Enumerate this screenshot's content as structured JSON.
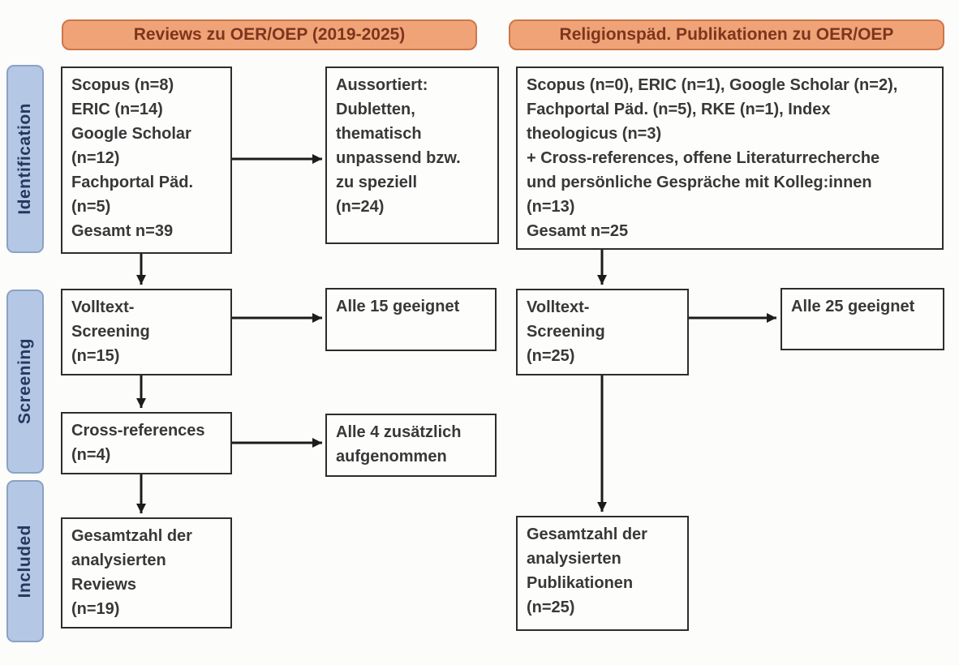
{
  "diagram": {
    "headers": {
      "left": "Reviews zu OER/OEP (2019-2025)",
      "right": "Religionspäd. Publikationen zu OER/OEP"
    },
    "stages": {
      "identification": "Identification",
      "screening": "Screening",
      "included": "Included"
    },
    "left_column": {
      "identification": "Scopus (n=8)\nERIC (n=14)\nGoogle Scholar\n(n=12)\nFachportal Päd.\n(n=5)\nGesamt n=39",
      "sorted_out": "Aussortiert:\nDubletten,\nthematisch\nunpassend bzw.\nzu speziell\n(n=24)",
      "fulltext_screening": "Volltext-\nScreening\n(n=15)",
      "eligible": "Alle 15 geeignet",
      "cross_references": "Cross-references\n(n=4)",
      "added": "Alle 4 zusätzlich\naufgenommen",
      "total": "Gesamtzahl der\nanalysierten\nReviews\n(n=19)"
    },
    "right_column": {
      "identification": "Scopus (n=0), ERIC (n=1), Google Scholar (n=2),\nFachportal Päd. (n=5), RKE (n=1), Index\ntheologicus (n=3)\n+ Cross-references, offene Literaturrecherche\nund persönliche Gespräche mit Kolleg:innen\n(n=13)\nGesamt n=25",
      "fulltext_screening": "Volltext-\nScreening\n(n=25)",
      "eligible": "Alle 25 geeignet",
      "total": "Gesamtzahl der\nanalysierten\nPublikationen\n(n=25)"
    },
    "colors": {
      "header_fill": "#f1a378",
      "header_border": "#cd7748",
      "header_text": "#7d351c",
      "stage_fill": "#b4c7e4",
      "stage_border": "#8aa2c4",
      "stage_text": "#25395e",
      "box_bg": "#fdfdfc",
      "box_border": "#2d2d2d",
      "box_text": "#383838",
      "arrow": "#1c1c1c"
    }
  }
}
